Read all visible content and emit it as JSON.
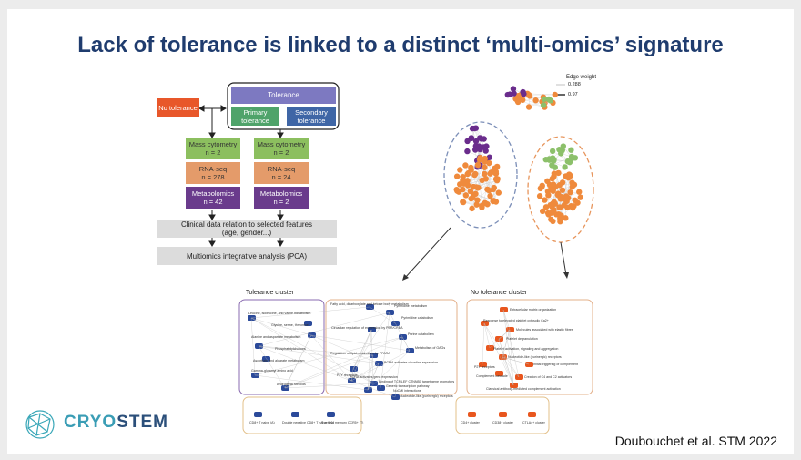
{
  "slide": {
    "title": "Lack of tolerance is linked to a distinct ‘multi-omics’ signature",
    "citation": "Doubouchet et al. STM 2022"
  },
  "logo": {
    "cryo": "CRYO",
    "stem": "STEM",
    "cryo_color": "#3a9db5",
    "stem_color": "#2b4f7a"
  },
  "flow": {
    "no_tolerance": "No tolerance",
    "tolerance": "Tolerance",
    "primary": "Primary tolerance",
    "secondary": "Secondary tolerance",
    "left_col": [
      {
        "label": "Mass cytometry",
        "n": "n = 2"
      },
      {
        "label": "RNA-seq",
        "n": "n = 278"
      },
      {
        "label": "Metabolomics",
        "n": "n = 42"
      }
    ],
    "right_col": [
      {
        "label": "Mass cytometry",
        "n": "n = 2"
      },
      {
        "label": "RNA-seq",
        "n": "n = 24"
      },
      {
        "label": "Metabolomics",
        "n": "n = 2"
      }
    ],
    "clinical": "Clinical data relation to selected features",
    "clinical_sub": "(age, gender...)",
    "pca": "Multiomics integrative analysis (PCA)"
  },
  "legend": {
    "title": "Edge weight",
    "v1": "0.288",
    "v2": "0.97"
  },
  "tolerance_cluster": {
    "title": "Tolerance cluster",
    "left_terms": [
      "Leucine, isoleucine, and valine metabolism",
      "Glycine, serine, threonine",
      "Alanine and aspartate metabolism",
      "Phosphatidylcholines",
      "Ascorbate and aldarate metabolism",
      "Gamma-glutamyl amino acid",
      "Androgenic steroids"
    ],
    "mid_terms": [
      "Fatty acid, dicarboxylate and ketone body metabolism",
      "Circadian regulation of expression by PER/CRBA",
      "Regulation of lipid metabolism by PPARA",
      "P2Y receptors"
    ],
    "right_terms": [
      "Pyrimidine metabolism",
      "Pyrimidine catabolism",
      "Purine catabolism",
      "Metabolism of GAGs",
      "BCMA activates circadian expression",
      "RORA activates gene expression",
      "Binding of TCF/LEF CTNNB1 target gene promoters",
      "Generic transcription pathway",
      "NuCMI interactions",
      "Nucleotide-like (purinergic) receptors"
    ],
    "bottom_terms": [
      "CD8+ T naive (A)",
      "Double negative CD8+ T naive (D1)",
      "T central memory CCR5+ (T)"
    ]
  },
  "no_tolerance_cluster": {
    "title": "No tolerance cluster",
    "terms": [
      "Extracellular matrix organization",
      "Response to elevated platelet cytosolic Ca2+",
      "Molecules associated with elastic fibres",
      "Platelet degranulation",
      "Platelet activation, signaling and aggregation",
      "Nucleotide-like (purinergic) receptors",
      "P2Y receptors",
      "Initial triggering of complement",
      "Complement cascade",
      "Creation of C4 and C2 activators",
      "Classical antibody-mediated complement activation"
    ],
    "bottom_terms": [
      "CD4+ cluster",
      "CD38+ cluster",
      "CTLA4+ cluster"
    ]
  },
  "colors": {
    "title": "#1f3c6e",
    "orange": "#ef8a3c",
    "purple": "#6a2c8c",
    "green": "#8cc06a",
    "navy": "#2b4a9a",
    "red_orange": "#e8561e"
  }
}
